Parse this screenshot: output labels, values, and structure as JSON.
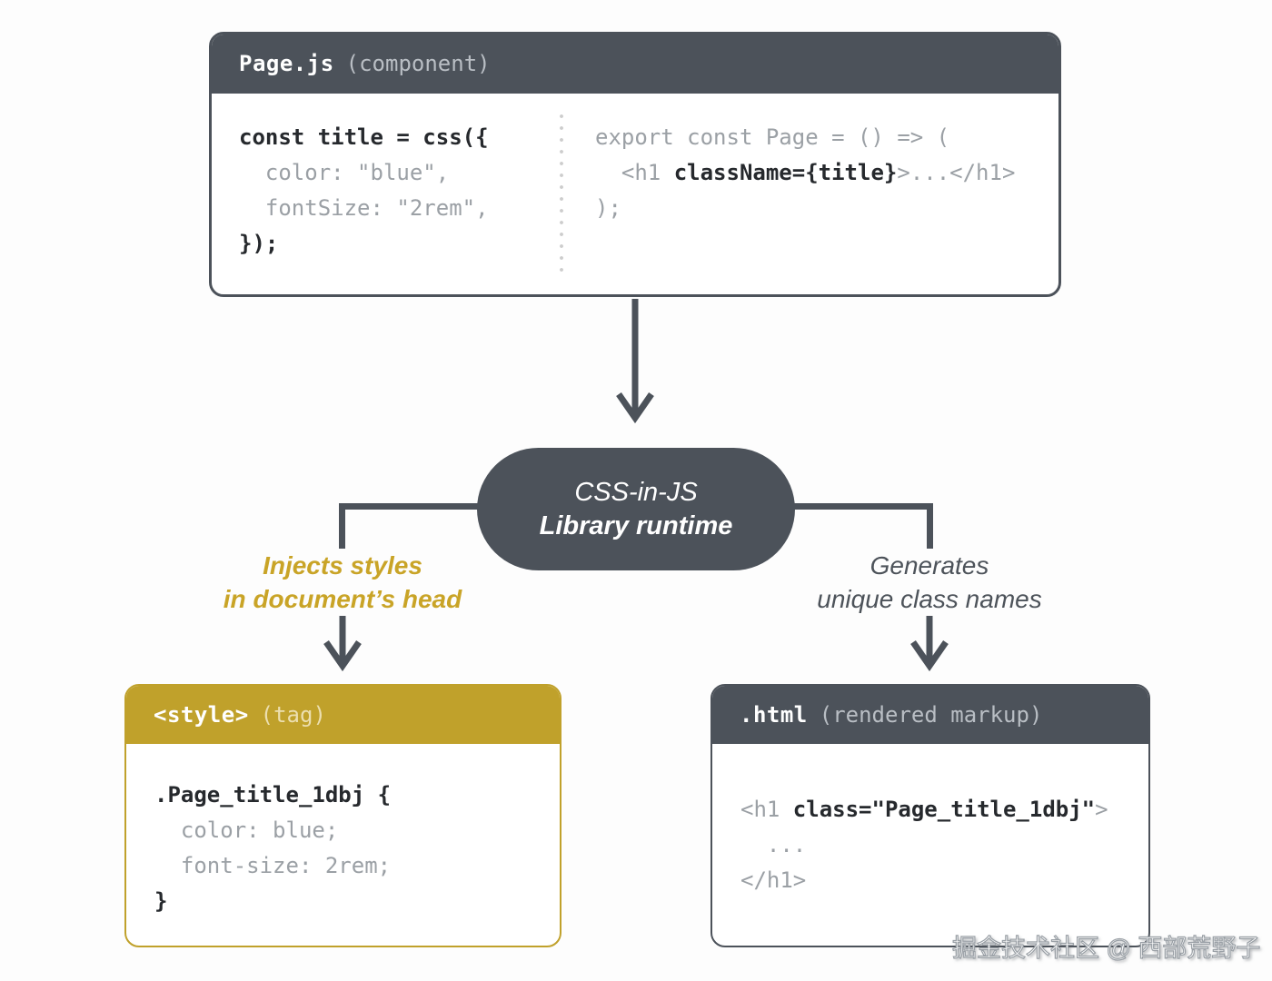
{
  "colors": {
    "dark": "#4c525a",
    "gold": "#c0a12b",
    "gold_text": "#c9a427",
    "code_emphasis": "#26292d",
    "code_dim": "#9ba0a5"
  },
  "component_box": {
    "title": "Page.js",
    "title_suffix": "(component)",
    "left_code": [
      [
        {
          "t": "const title = css({",
          "c": "em"
        }
      ],
      [
        {
          "t": "  color: \"blue\",",
          "c": "dim"
        }
      ],
      [
        {
          "t": "  fontSize: \"2rem\",",
          "c": "dim"
        }
      ],
      [
        {
          "t": "});",
          "c": "em"
        }
      ]
    ],
    "right_code": [
      [
        {
          "t": "export const Page = () => (",
          "c": "dim"
        }
      ],
      [
        {
          "t": "  <h1 ",
          "c": "dim"
        },
        {
          "t": "className={title}",
          "c": "em"
        },
        {
          "t": ">...</h1>",
          "c": "dim"
        }
      ],
      [
        {
          "t": ");",
          "c": "dim"
        }
      ]
    ]
  },
  "pill": {
    "line1": "CSS-in-JS",
    "line2": "Library runtime"
  },
  "left_branch": {
    "line1": "Injects styles",
    "line2": "in document’s head"
  },
  "right_branch": {
    "line1": "Generates",
    "line2": "unique class names"
  },
  "style_box": {
    "title": "<style>",
    "title_suffix": "(tag)",
    "code": [
      [
        {
          "t": ".Page_title_1dbj {",
          "c": "em"
        }
      ],
      [
        {
          "t": "  color: blue;",
          "c": "dim"
        }
      ],
      [
        {
          "t": "  font-size: 2rem;",
          "c": "dim"
        }
      ],
      [
        {
          "t": "}",
          "c": "em"
        }
      ]
    ]
  },
  "html_box": {
    "title": ".html",
    "title_suffix": "(rendered markup)",
    "code": [
      [
        {
          "t": "<h1 ",
          "c": "dim"
        },
        {
          "t": "class=\"Page_title_1dbj\"",
          "c": "em"
        },
        {
          "t": ">",
          "c": "dim"
        }
      ],
      [
        {
          "t": "  ...",
          "c": "dim"
        }
      ],
      [
        {
          "t": "</h1>",
          "c": "dim"
        }
      ]
    ]
  },
  "watermark": "掘金技术社区 @ 西部荒野子"
}
